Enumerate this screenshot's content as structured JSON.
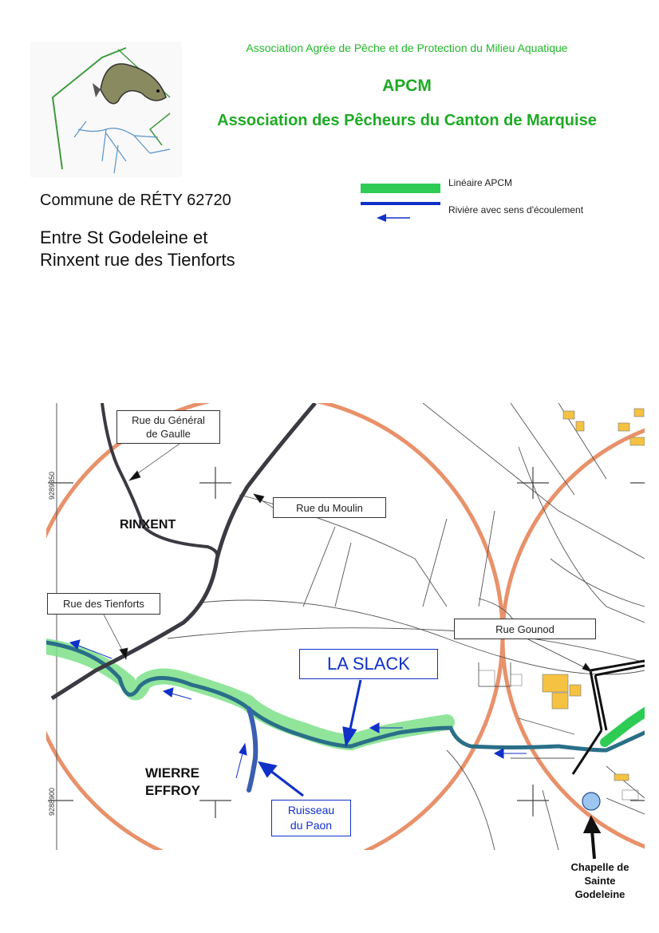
{
  "header": {
    "association_full": "Association Agrée de Pêche et de Protection du Milieu Aquatique",
    "acronym": "APCM",
    "association_name": "Association des Pêcheurs du Canton de Marquise"
  },
  "location": {
    "commune": "Commune de RÉTY 62720",
    "section_line1": "Entre St Godeleine et",
    "section_line2": "Rinxent rue des Tienforts"
  },
  "legend": {
    "items": [
      {
        "label": "Linéaire APCM",
        "color": "#2ecc55"
      },
      {
        "label": "Rivière avec sens d'écoulement",
        "color": "#1030c8"
      }
    ]
  },
  "map": {
    "coordinates": {
      "top": "9289350",
      "bottom": "9288900"
    },
    "streets": {
      "general_de_gaulle_line1": "Rue du Général",
      "general_de_gaulle_line2": "de Gaulle",
      "moulin": "Rue du Moulin",
      "tienforts": "Rue des Tienforts",
      "gounod": "Rue Gounod"
    },
    "places": {
      "rinxent": "RINXENT",
      "wierre_line1": "WIERRE",
      "wierre_line2": "EFFROY",
      "chapelle_line1": "Chapelle de",
      "chapelle_line2": "Sainte",
      "chapelle_line3": "Godeleine"
    },
    "rivers": {
      "la_slack": "LA SLACK",
      "ruisseau_line1": "Ruisseau",
      "ruisseau_line2": "du Paon"
    },
    "colors": {
      "river": "#2a6f88",
      "apcm_section": "#2ecc55",
      "buffer_circle": "#e8916a",
      "road": "#3a3a42",
      "building": "#f5c242",
      "callout_blue": "#1030c8"
    }
  }
}
